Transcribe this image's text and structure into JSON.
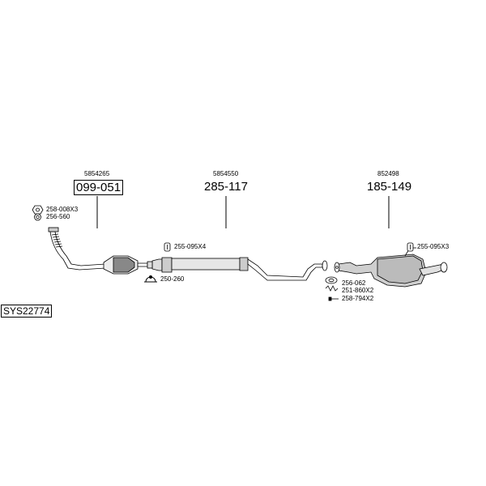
{
  "system_code": "SYS22774",
  "main_parts": [
    {
      "oe": "5854265",
      "part_no": "099-051",
      "boxed": true
    },
    {
      "oe": "5854550",
      "part_no": "285-117",
      "boxed": false
    },
    {
      "oe": "852498",
      "part_no": "185-149",
      "boxed": false
    }
  ],
  "accessories": [
    {
      "code": "258-008X3",
      "icon": "hex-nut-icon"
    },
    {
      "code": "256-560",
      "icon": "washer-ring-icon"
    },
    {
      "code": "255-095X4",
      "icon": "rubber-mount-icon"
    },
    {
      "code": "250-260",
      "icon": "pipe-clamp-icon"
    },
    {
      "code": "255-095X3",
      "icon": "rubber-mount-icon"
    },
    {
      "code": "256-062",
      "icon": "gasket-ring-icon"
    },
    {
      "code": "251-860X2",
      "icon": "spring-icon"
    },
    {
      "code": "258-794X2",
      "icon": "bolt-icon"
    }
  ]
}
